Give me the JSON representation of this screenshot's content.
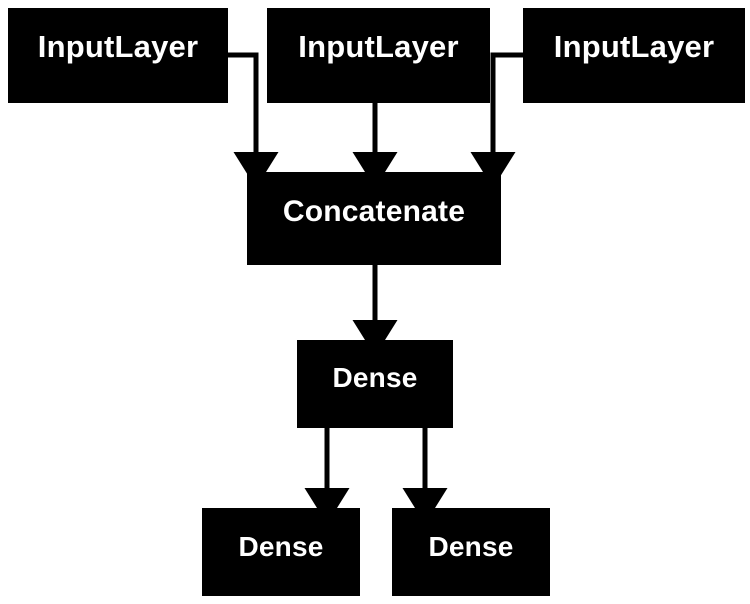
{
  "diagram": {
    "type": "neural-network-architecture-graph",
    "background_color": "#ffffff",
    "node_fill_color": "#000000",
    "node_text_color": "#ffffff",
    "edge_color": "#000000",
    "nodes": [
      {
        "id": "input-1",
        "label": "InputLayer"
      },
      {
        "id": "input-2",
        "label": "InputLayer"
      },
      {
        "id": "input-3",
        "label": "InputLayer"
      },
      {
        "id": "concatenate",
        "label": "Concatenate"
      },
      {
        "id": "dense-main",
        "label": "Dense"
      },
      {
        "id": "dense-out-1",
        "label": "Dense"
      },
      {
        "id": "dense-out-2",
        "label": "Dense"
      }
    ],
    "edges": [
      {
        "from": "input-1",
        "to": "concatenate"
      },
      {
        "from": "input-2",
        "to": "concatenate"
      },
      {
        "from": "input-3",
        "to": "concatenate"
      },
      {
        "from": "concatenate",
        "to": "dense-main"
      },
      {
        "from": "dense-main",
        "to": "dense-out-1"
      },
      {
        "from": "dense-main",
        "to": "dense-out-2"
      }
    ]
  }
}
